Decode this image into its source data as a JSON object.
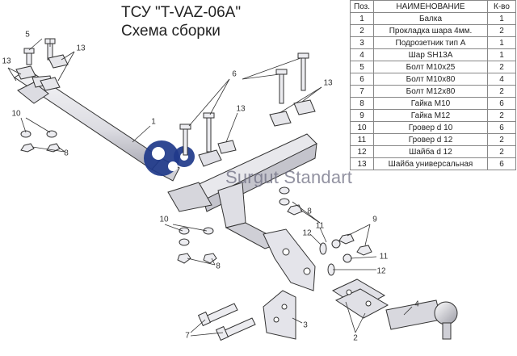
{
  "title": "ТСУ \"T-VAZ-06A\"",
  "subtitle": "Схема сборки",
  "watermark": "Surgut Standart",
  "table": {
    "headers": [
      "Поз.",
      "НАИМЕНОВАНИЕ",
      "К-во"
    ],
    "rows": [
      [
        "1",
        "Балка",
        "1"
      ],
      [
        "2",
        "Прокладка шара 4мм.",
        "2"
      ],
      [
        "3",
        "Подрозетник тип А",
        "1"
      ],
      [
        "4",
        "Шар SH13A",
        "1"
      ],
      [
        "5",
        "Болт М10х25",
        "2"
      ],
      [
        "6",
        "Болт М10х80",
        "4"
      ],
      [
        "7",
        "Болт М12х80",
        "2"
      ],
      [
        "8",
        "Гайка М10",
        "6"
      ],
      [
        "9",
        "Гайка М12",
        "2"
      ],
      [
        "10",
        "Гровер d 10",
        "6"
      ],
      [
        "11",
        "Гровер d 12",
        "2"
      ],
      [
        "12",
        "Шайба d 12",
        "2"
      ],
      [
        "13",
        "Шайба универсальная",
        "6"
      ]
    ]
  },
  "callouts": {
    "c5": "5",
    "c13a": "13",
    "c13b": "13",
    "c6": "6",
    "c13c": "13",
    "c13d": "13",
    "c1": "1",
    "c10a": "10",
    "c8a": "8",
    "c8b": "8",
    "c11a": "11",
    "c9": "9",
    "c12a": "12",
    "c11b": "11",
    "c12b": "12",
    "c10b": "10",
    "c8c": "8",
    "c4": "4",
    "c3": "3",
    "c7": "7",
    "c2": "2"
  },
  "colors": {
    "line": "#333333",
    "metal": "#e8e8ec",
    "metal_dark": "#b8b8c0",
    "logo_blue": "#1f3a8a"
  }
}
